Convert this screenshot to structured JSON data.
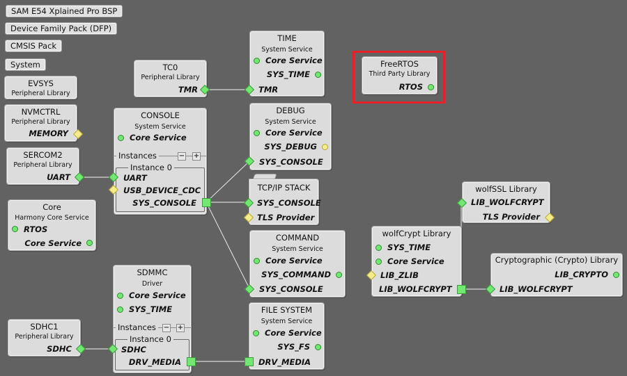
{
  "colors": {
    "canvas": "#626262",
    "node": "#dcdcdc",
    "connector_green": "#72e872",
    "connector_yellow": "#f4eb8a",
    "highlight": "#e8202a",
    "wire": "#d8d8d8"
  },
  "root_items": [
    "SAM E54 Xplained Pro BSP",
    "Device Family Pack (DFP)",
    "CMSIS Pack",
    "System"
  ],
  "nodes": {
    "evsys": {
      "title": "EVSYS",
      "subtitle": "Peripheral Library"
    },
    "nvmctrl": {
      "title": "NVMCTRL",
      "subtitle": "Peripheral Library",
      "ports": [
        "MEMORY"
      ]
    },
    "sercom2": {
      "title": "SERCOM2",
      "subtitle": "Peripheral Library",
      "ports": [
        "UART"
      ]
    },
    "core": {
      "title": "Core",
      "subtitle": "Harmony Core Service",
      "ports": [
        "RTOS",
        "Core Service"
      ]
    },
    "sdhc1": {
      "title": "SDHC1",
      "subtitle": "Peripheral Library",
      "ports": [
        "SDHC"
      ]
    },
    "tc0": {
      "title": "TC0",
      "subtitle": "Peripheral Library",
      "ports": [
        "TMR"
      ]
    },
    "console": {
      "title": "CONSOLE",
      "subtitle": "System Service",
      "ports": [
        "Core Service"
      ],
      "instances_label": "Instances",
      "instance_label": "Instance 0",
      "instance_ports": [
        "UART",
        "USB_DEVICE_CDC",
        "SYS_CONSOLE"
      ],
      "minus": "−",
      "plus": "+"
    },
    "sdmmc": {
      "title": "SDMMC",
      "subtitle": "Driver",
      "ports": [
        "Core Service",
        "SYS_TIME"
      ],
      "instances_label": "Instances",
      "instance_label": "Instance 0",
      "instance_ports": [
        "SDHC",
        "DRV_MEDIA"
      ],
      "minus": "−",
      "plus": "+"
    },
    "time": {
      "title": "TIME",
      "subtitle": "System Service",
      "ports": [
        "Core Service",
        "SYS_TIME",
        "TMR"
      ]
    },
    "debug": {
      "title": "DEBUG",
      "subtitle": "System Service",
      "ports": [
        "Core Service",
        "SYS_DEBUG",
        "SYS_CONSOLE"
      ]
    },
    "tcpip": {
      "title": "TCP/IP STACK",
      "ports": [
        "SYS_CONSOLE",
        "TLS Provider"
      ]
    },
    "command": {
      "title": "COMMAND",
      "subtitle": "System Service",
      "ports": [
        "Core Service",
        "SYS_COMMAND",
        "SYS_CONSOLE"
      ]
    },
    "filesystem": {
      "title": "FILE SYSTEM",
      "subtitle": "System Service",
      "ports": [
        "Core Service",
        "SYS_FS",
        "DRV_MEDIA"
      ]
    },
    "freertos": {
      "title": "FreeRTOS",
      "subtitle": "Third Party Library",
      "ports": [
        "RTOS"
      ],
      "highlighted": true
    },
    "wolfssl": {
      "title": "wolfSSL Library",
      "ports": [
        "LIB_WOLFCRYPT",
        "TLS Provider"
      ]
    },
    "wolfcrypt": {
      "title": "wolfCrypt Library",
      "ports": [
        "SYS_TIME",
        "Core Service",
        "LIB_ZLIB",
        "LIB_WOLFCRYPT"
      ]
    },
    "crypto": {
      "title": "Cryptographic (Crypto) Library",
      "ports": [
        "LIB_CRYPTO",
        "LIB_WOLFCRYPT"
      ]
    }
  },
  "connections": [
    {
      "from": "SERCOM2.UART",
      "to": "CONSOLE.UART"
    },
    {
      "from": "TC0.TMR",
      "to": "TIME.TMR"
    },
    {
      "from": "CONSOLE.SYS_CONSOLE",
      "to": "DEBUG.SYS_CONSOLE"
    },
    {
      "from": "CONSOLE.SYS_CONSOLE",
      "to": "TCP/IP STACK.SYS_CONSOLE"
    },
    {
      "from": "CONSOLE.SYS_CONSOLE",
      "to": "COMMAND.SYS_CONSOLE"
    },
    {
      "from": "SDHC1.SDHC",
      "to": "SDMMC.SDHC"
    },
    {
      "from": "SDMMC.DRV_MEDIA",
      "to": "FILE SYSTEM.DRV_MEDIA"
    },
    {
      "from": "wolfCrypt Library.LIB_WOLFCRYPT",
      "to": "wolfSSL Library.LIB_WOLFCRYPT"
    },
    {
      "from": "wolfCrypt Library.LIB_WOLFCRYPT",
      "to": "Cryptographic (Crypto) Library.LIB_WOLFCRYPT"
    }
  ]
}
